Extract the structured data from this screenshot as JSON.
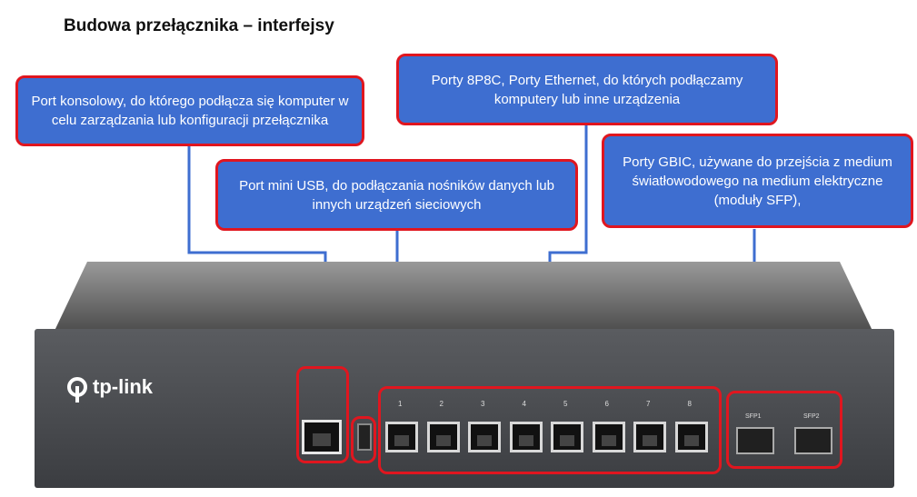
{
  "title": "Budowa przełącznika – interfejsy",
  "callouts": {
    "console": "Port konsolowy, do którego podłącza się komputer w celu zarządzania lub konfiguracji przełącznika",
    "ethernet": "Porty 8P8C, Porty Ethernet, do których podłączamy komputery lub inne urządzenia",
    "usb": "Port mini USB, do podłączania nośników danych lub innych urządzeń sieciowych",
    "gbic": "Porty GBIC, używane do przejścia z medium światłowodowego na medium elektryczne (moduły SFP),"
  },
  "device": {
    "brand": "tp-link",
    "ports": [
      "1",
      "2",
      "3",
      "4",
      "5",
      "6",
      "7",
      "8"
    ],
    "sfp_labels": [
      "SFP1",
      "SFP2"
    ]
  },
  "colors": {
    "callout_fill": "#3e6ed0",
    "callout_border": "#e0161f",
    "connector": "#3e6ed0"
  }
}
